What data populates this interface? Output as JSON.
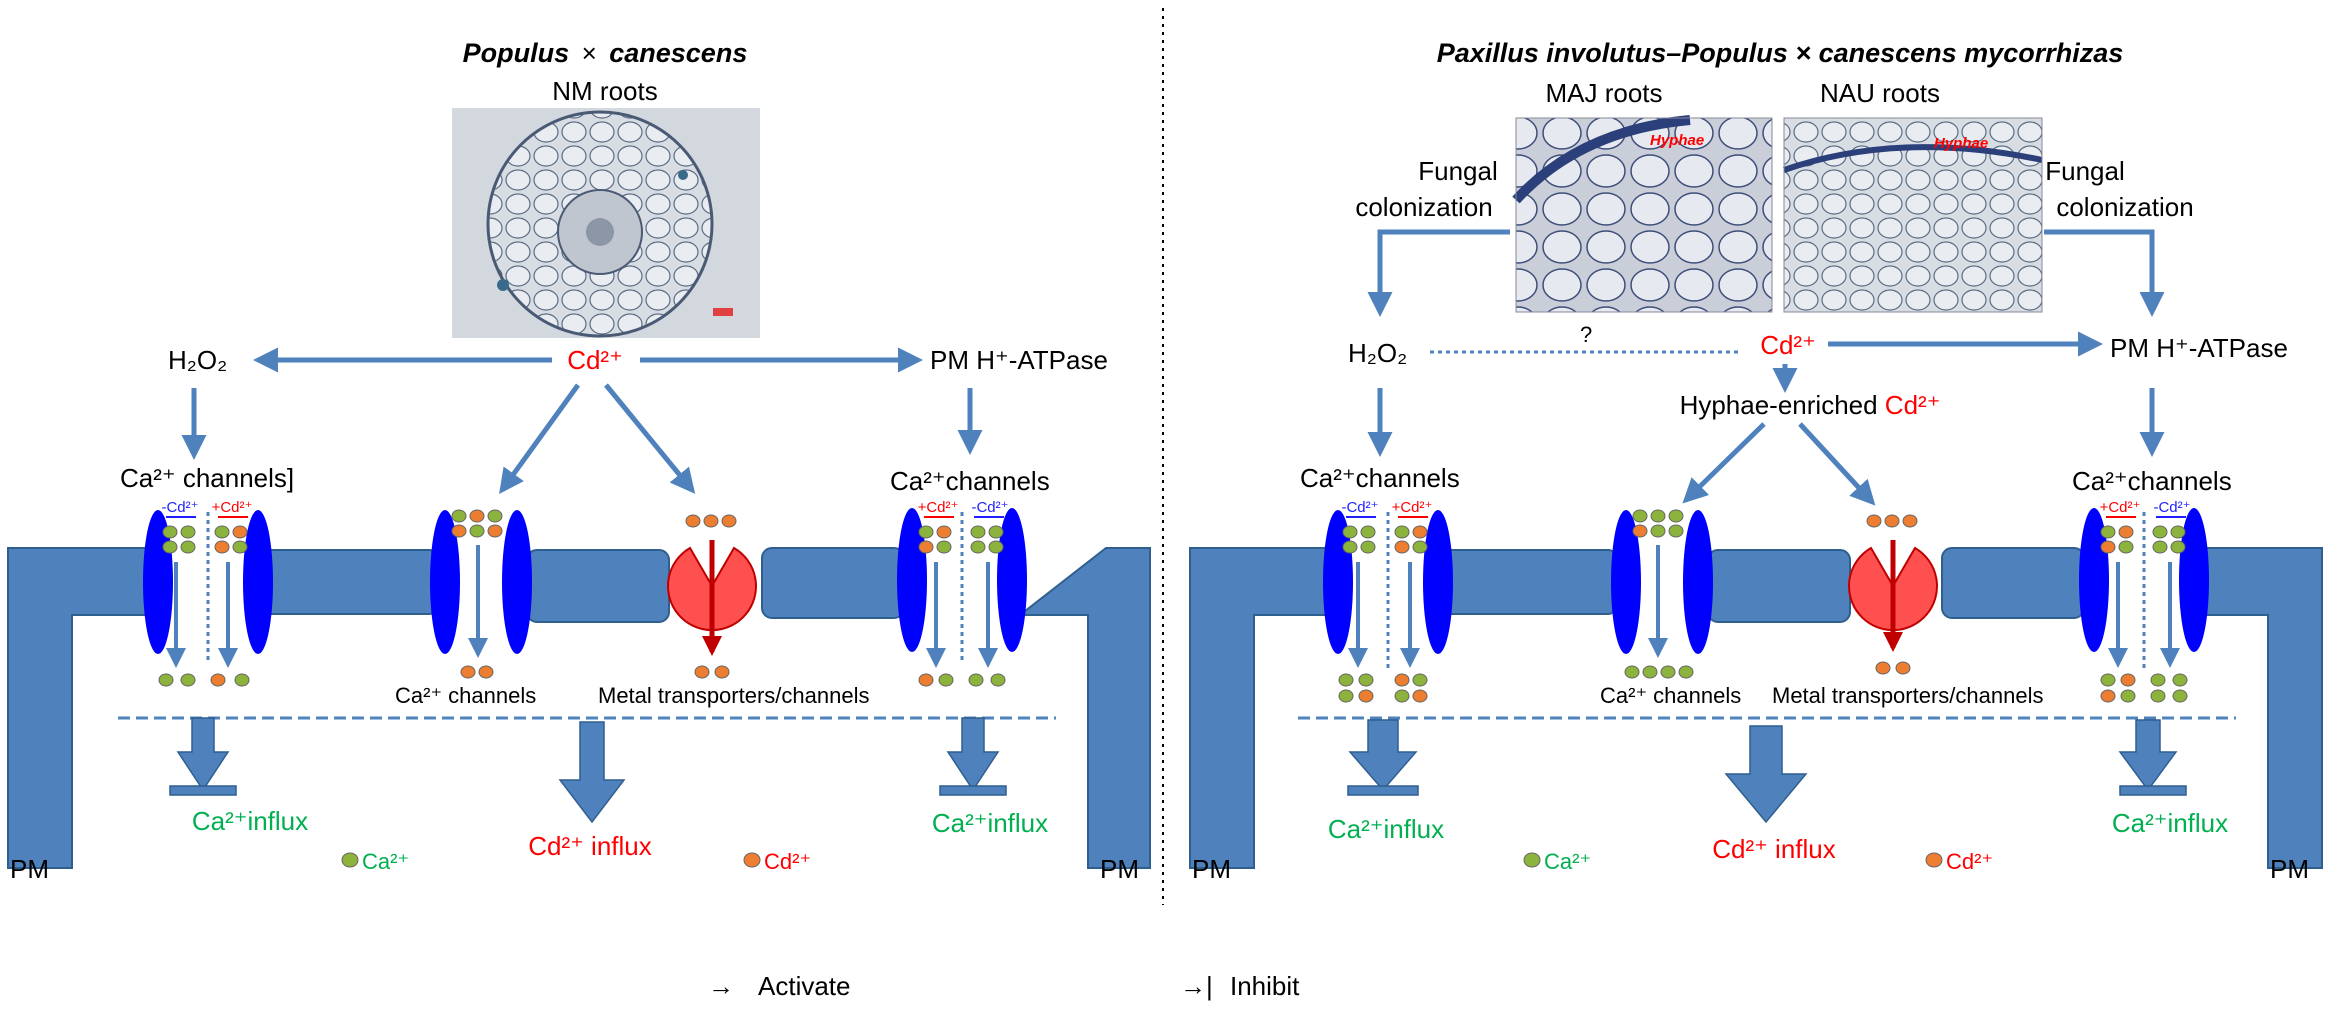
{
  "colors": {
    "arrow": "#4f81bd",
    "membrane": "#4f81bd",
    "channel": "#0000ff",
    "transporter": "#ff5050",
    "transporter_arrow": "#c00000",
    "ca_ion": "#8cb43c",
    "cd_ion": "#ed7d31",
    "cd_text": "#ff0000",
    "ca_text": "#00b050"
  },
  "left": {
    "title_italic": "Populus",
    "title_times": "×",
    "title_italic2": "canescens",
    "image_label": "NM roots",
    "h2o2": "H₂O₂",
    "cd": "Cd²⁺",
    "pm_atpase": "PM H⁺-ATPase",
    "ca_channels_left": "Ca²⁺ channels]",
    "ca_channels_right": "Ca²⁺channels",
    "ca_channels_mid": "Ca²⁺ channels",
    "metal_transporters": "Metal transporters/channels",
    "ca_influx_left": "Ca²⁺influx",
    "ca_influx_right": "Ca²⁺influx",
    "cd_influx": "Cd²⁺ influx",
    "legend_ca": "Ca²⁺",
    "legend_cd": "Cd²⁺",
    "pm_left": "PM",
    "pm_right": "PM",
    "minus_cd": "-Cd²⁺",
    "plus_cd": "+Cd²⁺"
  },
  "right": {
    "title": "Paxillus involutus–Populus × canescens mycorrhizas",
    "maj_label": "MAJ roots",
    "nau_label": "NAU roots",
    "hyphae": "Hyphae",
    "fungal1": "Fungal",
    "fungal2": "colonization",
    "h2o2": "H₂O₂",
    "question": "?",
    "cd": "Cd²⁺",
    "pm_atpase": "PM H⁺-ATPase",
    "hyphae_enriched": "Hyphae-enriched ",
    "hyphae_enriched_cd": "Cd²⁺",
    "ca_channels_left": "Ca²⁺channels",
    "ca_channels_right": "Ca²⁺channels",
    "ca_channels_mid": "Ca²⁺ channels",
    "metal_transporters": "Metal transporters/channels",
    "ca_influx_left": "Ca²⁺influx",
    "ca_influx_right": "Ca²⁺influx",
    "cd_influx": "Cd²⁺ influx",
    "legend_ca": "Ca²⁺",
    "legend_cd": "Cd²⁺",
    "pm_left": "PM",
    "pm_right": "PM",
    "minus_cd": "-Cd²⁺",
    "plus_cd": "+Cd²⁺"
  },
  "legend": {
    "activate_symbol": "→",
    "activate": "Activate",
    "inhibit_symbol": "→|",
    "inhibit": "Inhibit"
  }
}
